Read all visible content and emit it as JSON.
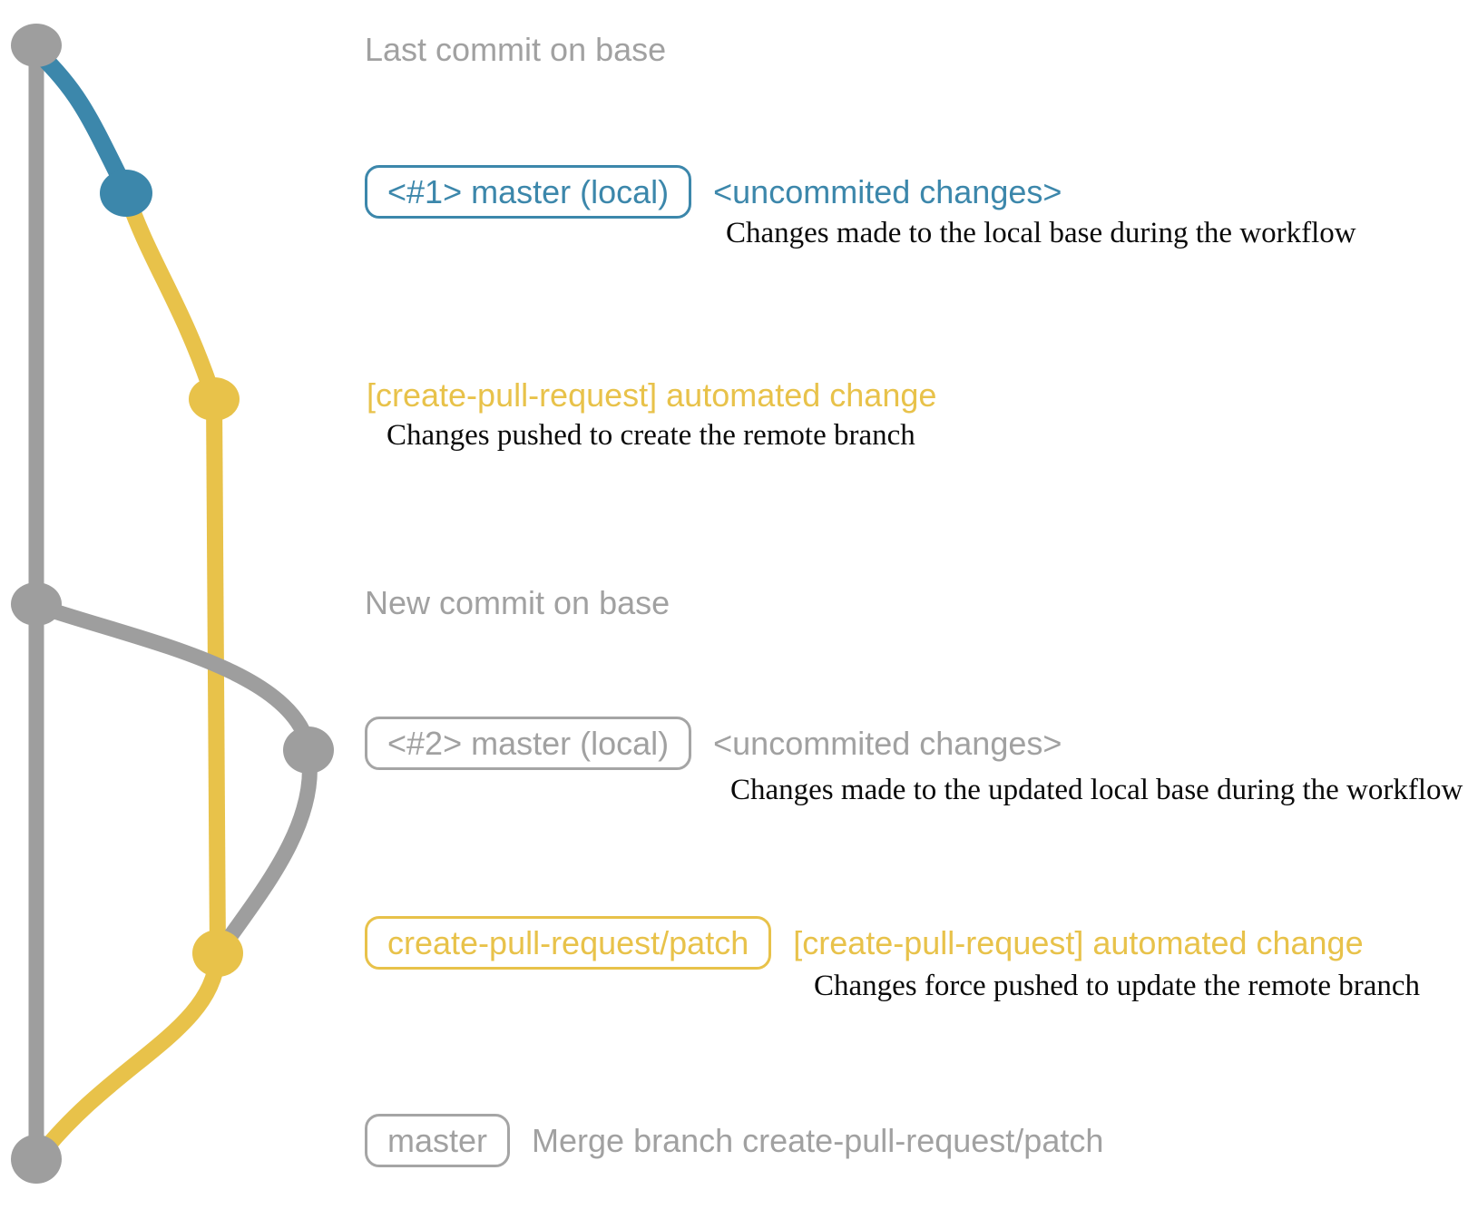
{
  "colors": {
    "gray": "#9e9e9e",
    "gray_text": "#a1a1a1",
    "blue": "#3c87ab",
    "yellow": "#e8c24a",
    "detail_text": "#0a0a0a"
  },
  "graph": {
    "commits": [
      {
        "name": "last-commit-on-base",
        "color": "gray"
      },
      {
        "name": "workflow-1-local-commit",
        "color": "blue"
      },
      {
        "name": "create-pull-request-push",
        "color": "yellow"
      },
      {
        "name": "new-commit-on-base",
        "color": "gray"
      },
      {
        "name": "workflow-2-local-commit",
        "color": "gray"
      },
      {
        "name": "create-pull-request-force-push",
        "color": "yellow"
      },
      {
        "name": "merge-commit",
        "color": "gray"
      }
    ]
  },
  "rows": {
    "row1": {
      "text": "Last commit on base"
    },
    "row2": {
      "badge": "<#1> master (local)",
      "note": "<uncommited changes>",
      "detail": "Changes made to the local base during the workflow"
    },
    "row3": {
      "title": "[create-pull-request] automated change",
      "detail": "Changes pushed to create the remote branch"
    },
    "row4": {
      "text": "New commit on base"
    },
    "row5": {
      "badge": "<#2> master (local)",
      "note": "<uncommited changes>",
      "detail": "Changes made to the updated local base during the workflow"
    },
    "row6": {
      "badge": "create-pull-request/patch",
      "title": "[create-pull-request] automated change",
      "detail": "Changes force pushed to update the remote branch"
    },
    "row7": {
      "badge": "master",
      "text": "Merge branch create-pull-request/patch"
    }
  }
}
